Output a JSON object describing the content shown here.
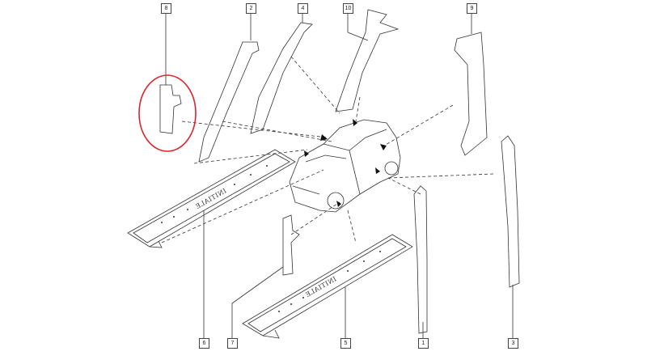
{
  "diagram": {
    "callouts": [
      {
        "id": "8",
        "label": "8"
      },
      {
        "id": "2",
        "label": "2"
      },
      {
        "id": "4",
        "label": "4"
      },
      {
        "id": "10",
        "label": "10"
      },
      {
        "id": "9",
        "label": "9"
      },
      {
        "id": "6",
        "label": "6"
      },
      {
        "id": "7",
        "label": "7"
      },
      {
        "id": "5",
        "label": "5"
      },
      {
        "id": "1",
        "label": "1"
      },
      {
        "id": "3",
        "label": "3"
      }
    ],
    "sill_logo_text": "INITIALE",
    "highlight_color": "#d9262c",
    "line_color": "#333333"
  }
}
